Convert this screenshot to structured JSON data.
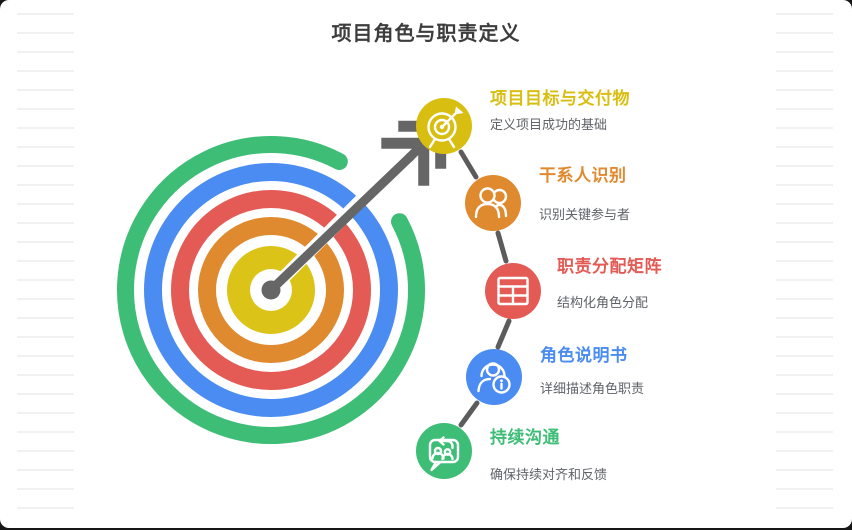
{
  "page": {
    "title": "项目角色与职责定义",
    "title_color": "#3d3d3d"
  },
  "illustration": {
    "name": "bullseye-target-with-arrow",
    "ring_colors": {
      "outer_green": "#3ebd77",
      "blue": "#4b8cf2",
      "red": "#e45b55",
      "orange": "#e08a2f",
      "center_yellow": "#dcc318"
    },
    "arrow_color": "#666666"
  },
  "connector_color": "#5c5c5c",
  "description_color": "#5f6368",
  "steps": [
    {
      "title": "项目目标与交付物",
      "description": "定义项目成功的基础",
      "color": "#d9be12",
      "icon": "dartboard-icon"
    },
    {
      "title": "干系人识别",
      "description": "识别关键参与者",
      "color": "#e08a2f",
      "icon": "stakeholders-icon"
    },
    {
      "title": "职责分配矩阵",
      "description": "结构化角色分配",
      "color": "#e45b55",
      "icon": "raci-matrix-icon"
    },
    {
      "title": "角色说明书",
      "description": "详细描述角色职责",
      "color": "#4b8cf2",
      "icon": "role-description-icon"
    },
    {
      "title": "持续沟通",
      "description": "确保持续对齐和反馈",
      "color": "#3ebd77",
      "icon": "communication-icon"
    }
  ]
}
